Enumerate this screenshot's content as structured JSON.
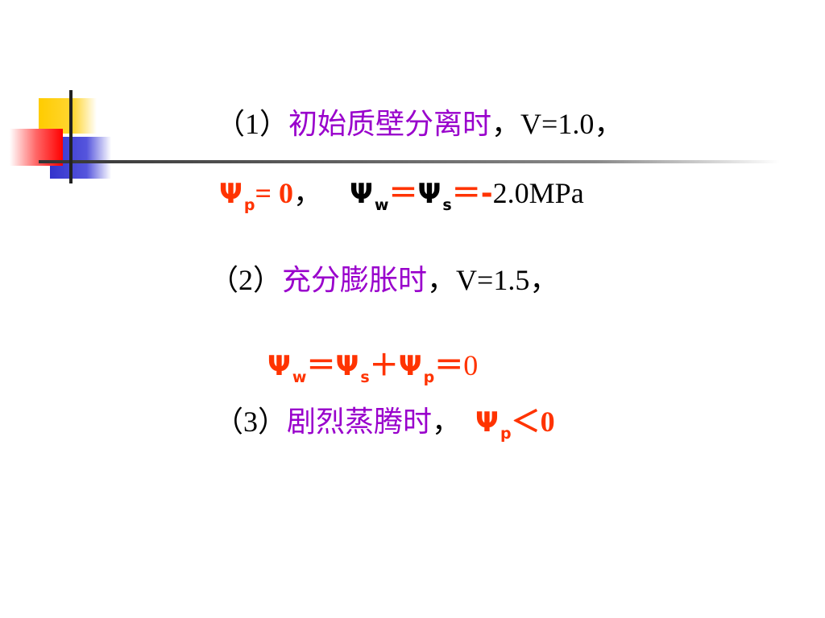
{
  "slide": {
    "line1": {
      "prefix": "（1）",
      "label": "初始质壁分离时",
      "comma1": "，",
      "v": "V=1.0",
      "comma2": "，"
    },
    "line2": {
      "psi_p": "Ψ",
      "sub_p": "p",
      "eq1": "= 0",
      "comma": "，",
      "psi_w": "Ψ",
      "sub_w": "w",
      "eq2": "＝",
      "psi_s": "Ψ",
      "sub_s": "s",
      "eq3": "＝",
      "minus": "-",
      "value": "2.0MPa"
    },
    "line3": {
      "prefix": "（2）",
      "label": "充分膨胀时",
      "comma1": "，",
      "v": "V=1.5",
      "comma2": "，"
    },
    "line4": {
      "psi_w": "Ψ",
      "sub_w": "w",
      "eq1": "＝",
      "psi_s": "Ψ",
      "sub_s": "s",
      "plus": "＋",
      "psi_p": "Ψ",
      "sub_p": "p",
      "eq2": "＝",
      "value": "0"
    },
    "line5": {
      "prefix": "（3）",
      "label": "剧烈蒸腾时",
      "comma": "，",
      "psi_p": "Ψ",
      "sub_p": "p",
      "lt": "＜",
      "value": "0"
    }
  },
  "colors": {
    "black": "#000000",
    "purple": "#9900cc",
    "red": "#ff3300",
    "yellow": "#ffcc00",
    "blue": "#3333cc",
    "pink": "#ff6666"
  }
}
